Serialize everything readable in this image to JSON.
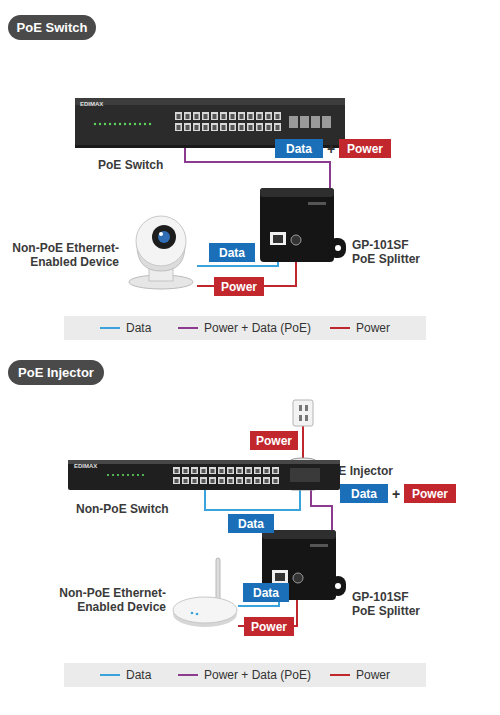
{
  "diagram": {
    "nodes": [
      {
        "text": [
          "PoE Switch"
        ]
      },
      {
        "text": [
          "PoE Switch"
        ]
      },
      {
        "text": [
          "GP-101SF PoE Splitter"
        ]
      },
      {
        "text": [
          "Non-PoE Ethernet-Enabled Device"
        ]
      },
      {
        "text": [
          "PoE Injector"
        ]
      },
      {
        "text": [
          "PoE Injector"
        ]
      },
      {
        "text": [
          "Non-PoE Switch"
        ]
      },
      {
        "text": [
          "Non-PoE Ethernet-Enabled Device"
        ]
      },
      {
        "text": [
          "GP-101SF PoE Splitter"
        ]
      }
    ],
    "edges": [
      {
        "from": 1,
        "to": 2,
        "arrow": "none"
      },
      {
        "from": 2,
        "to": 3,
        "label": "Data",
        "arrow": "none"
      },
      {
        "from": 2,
        "to": 3,
        "label": "Power",
        "arrow": "none"
      },
      {
        "from": 6,
        "to": 5,
        "label": "Data",
        "arrow": "none"
      },
      {
        "from": 5,
        "to": 8,
        "arrow": "none"
      },
      {
        "from": 8,
        "to": 7,
        "label": "Data",
        "arrow": "none"
      },
      {
        "from": 8,
        "to": 7,
        "label": "Power",
        "arrow": "none"
      }
    ],
    "labels": [
      "EDIMAX",
      "Data",
      "+",
      "Power",
      "Power",
      "EDIMAX",
      "Data",
      "+",
      "Power"
    ],
    "legend": [
      {
        "text": "Data"
      },
      {
        "text": "Power + Data (PoE)"
      },
      {
        "text": "Power"
      },
      {
        "text": "Data"
      },
      {
        "text": "Power + Data (PoE)"
      },
      {
        "text": "Power"
      }
    ]
  }
}
